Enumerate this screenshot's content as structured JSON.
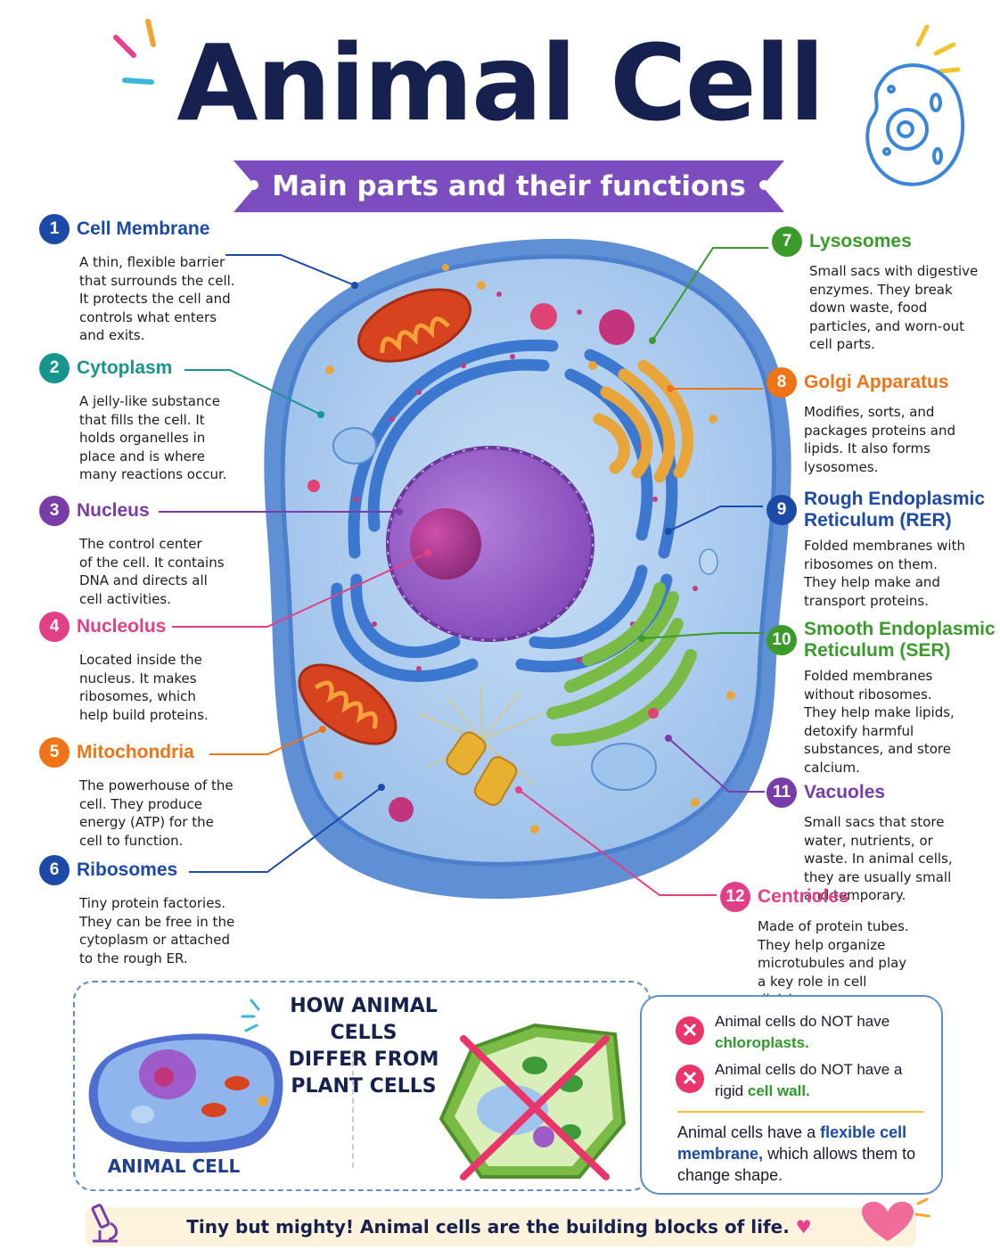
{
  "header": {
    "title": "Animal Cell",
    "subtitle": "• Main parts and their functions •"
  },
  "parts": [
    {
      "num": "1",
      "name": "Cell Membrane",
      "color": "#1c4aa8",
      "lines": [
        "A thin, flexible barrier",
        "that surrounds the cell.",
        "It protects the cell and",
        "controls what enters",
        "and exits."
      ]
    },
    {
      "num": "2",
      "name": "Cytoplasm",
      "color": "#17968f",
      "lines": [
        "A jelly-like substance",
        "that fills the cell. It",
        "holds organelles in",
        "place and is where",
        "many reactions occur."
      ]
    },
    {
      "num": "3",
      "name": "Nucleus",
      "color": "#7a3ca8",
      "lines": [
        "The control center",
        "of the cell. It contains",
        "DNA and directs all",
        "cell activities."
      ]
    },
    {
      "num": "4",
      "name": "Nucleolus",
      "color": "#e23f86",
      "lines": [
        "Located inside the",
        "nucleus. It makes",
        "ribosomes, which",
        "help build proteins."
      ]
    },
    {
      "num": "5",
      "name": "Mitochondria",
      "color": "#ee7417",
      "lines": [
        "The powerhouse of the",
        "cell. They produce",
        "energy (ATP) for the",
        "cell to function."
      ]
    },
    {
      "num": "6",
      "name": "Ribosomes",
      "color": "#1c4aa8",
      "lines": [
        "Tiny protein factories.",
        "They can be free in the",
        "cytoplasm or attached",
        "to the rough ER."
      ]
    },
    {
      "num": "7",
      "name": "Lysosomes",
      "color": "#3a9b2a",
      "lines": [
        "Small sacs with digestive",
        "enzymes. They break",
        "down waste, food",
        "particles, and worn-out",
        "cell parts."
      ]
    },
    {
      "num": "8",
      "name": "Golgi Apparatus",
      "color": "#ee7417",
      "lines": [
        "Modifies, sorts, and",
        "packages proteins and",
        "lipids. It also forms",
        "lysosomes."
      ]
    },
    {
      "num": "9",
      "name": "Rough Endoplasmic Reticulum (RER)",
      "name_lines": [
        "Rough Endoplasmic",
        "Reticulum (RER)"
      ],
      "color": "#1c4aa8",
      "lines": [
        "Folded membranes with",
        "ribosomes on them.",
        "They help make and",
        "transport proteins."
      ]
    },
    {
      "num": "10",
      "name": "Smooth Endoplasmic Reticulum (SER)",
      "name_lines": [
        "Smooth Endoplasmic",
        "Reticulum (SER)"
      ],
      "color": "#3a9b2a",
      "lines": [
        "Folded membranes",
        "without ribosomes.",
        "They help make lipids,",
        "detoxify harmful",
        "substances, and store",
        "calcium."
      ]
    },
    {
      "num": "11",
      "name": "Vacuoles",
      "color": "#7a3ca8",
      "lines": [
        "Small sacs that store",
        "water, nutrients, or",
        "waste. In animal cells,",
        "they are usually small",
        "and temporary."
      ]
    },
    {
      "num": "12",
      "name": "Centrioles",
      "color": "#e23f86",
      "lines": [
        "Made of protein tubes.",
        "They help organize",
        "microtubules and play",
        "a key role in cell",
        "division."
      ]
    }
  ],
  "comparison": {
    "title_line1": "HOW ANIMAL CELLS",
    "title_line2": "DIFFER FROM PLANT CELLS",
    "animal_label": "ANIMAL CELL",
    "fact1_pre": "Animal cells do NOT have",
    "fact1_hl": "chloroplasts.",
    "fact2_pre": "Animal cells do NOT have a",
    "fact2_mid": "rigid",
    "fact2_hl": "cell wall.",
    "summary_pre": "Animal cells have a",
    "summary_hl1": "flexible",
    "summary_hl2": "cell membrane,",
    "summary_post": "which allows them to change shape."
  },
  "footer": {
    "text": "Tiny but mighty! Animal cells are the building blocks of life.",
    "heart": "♥"
  },
  "colors": {
    "title": "#17214f",
    "ribbon": "#7c4dbf",
    "membrane": "#6e9ee0",
    "cytoplasm": "#a9cbef",
    "nucleus": "#9d5cc9",
    "nucleolus": "#b6378f",
    "mitochondria": "#e2542b",
    "golgi": "#e8a53a",
    "rer": "#3d78d0",
    "ser": "#79bb45"
  }
}
